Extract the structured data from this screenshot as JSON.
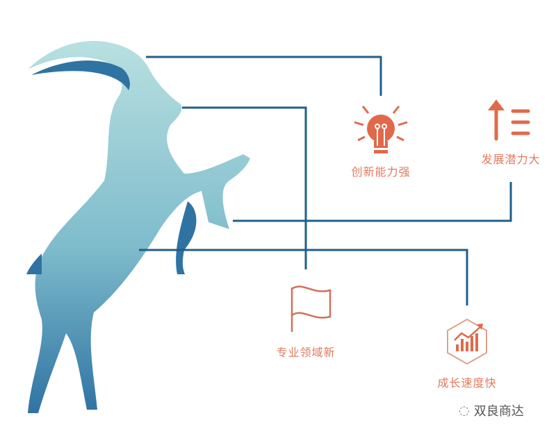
{
  "colors": {
    "accent": "#e0694a",
    "line": "#1f5f8b",
    "goat_top": "#b3dfe0",
    "goat_bottom": "#2f73a3"
  },
  "features": [
    {
      "label": "创新能力强",
      "icon": "lightbulb-icon"
    },
    {
      "label": "发展潜力大",
      "icon": "arrow-up-list-icon"
    },
    {
      "label": "专业领域新",
      "icon": "flag-icon"
    },
    {
      "label": "成长速度快",
      "icon": "growth-chart-icon"
    }
  ],
  "watermark": {
    "text": "双良商达",
    "icon": "wechat-icon"
  }
}
